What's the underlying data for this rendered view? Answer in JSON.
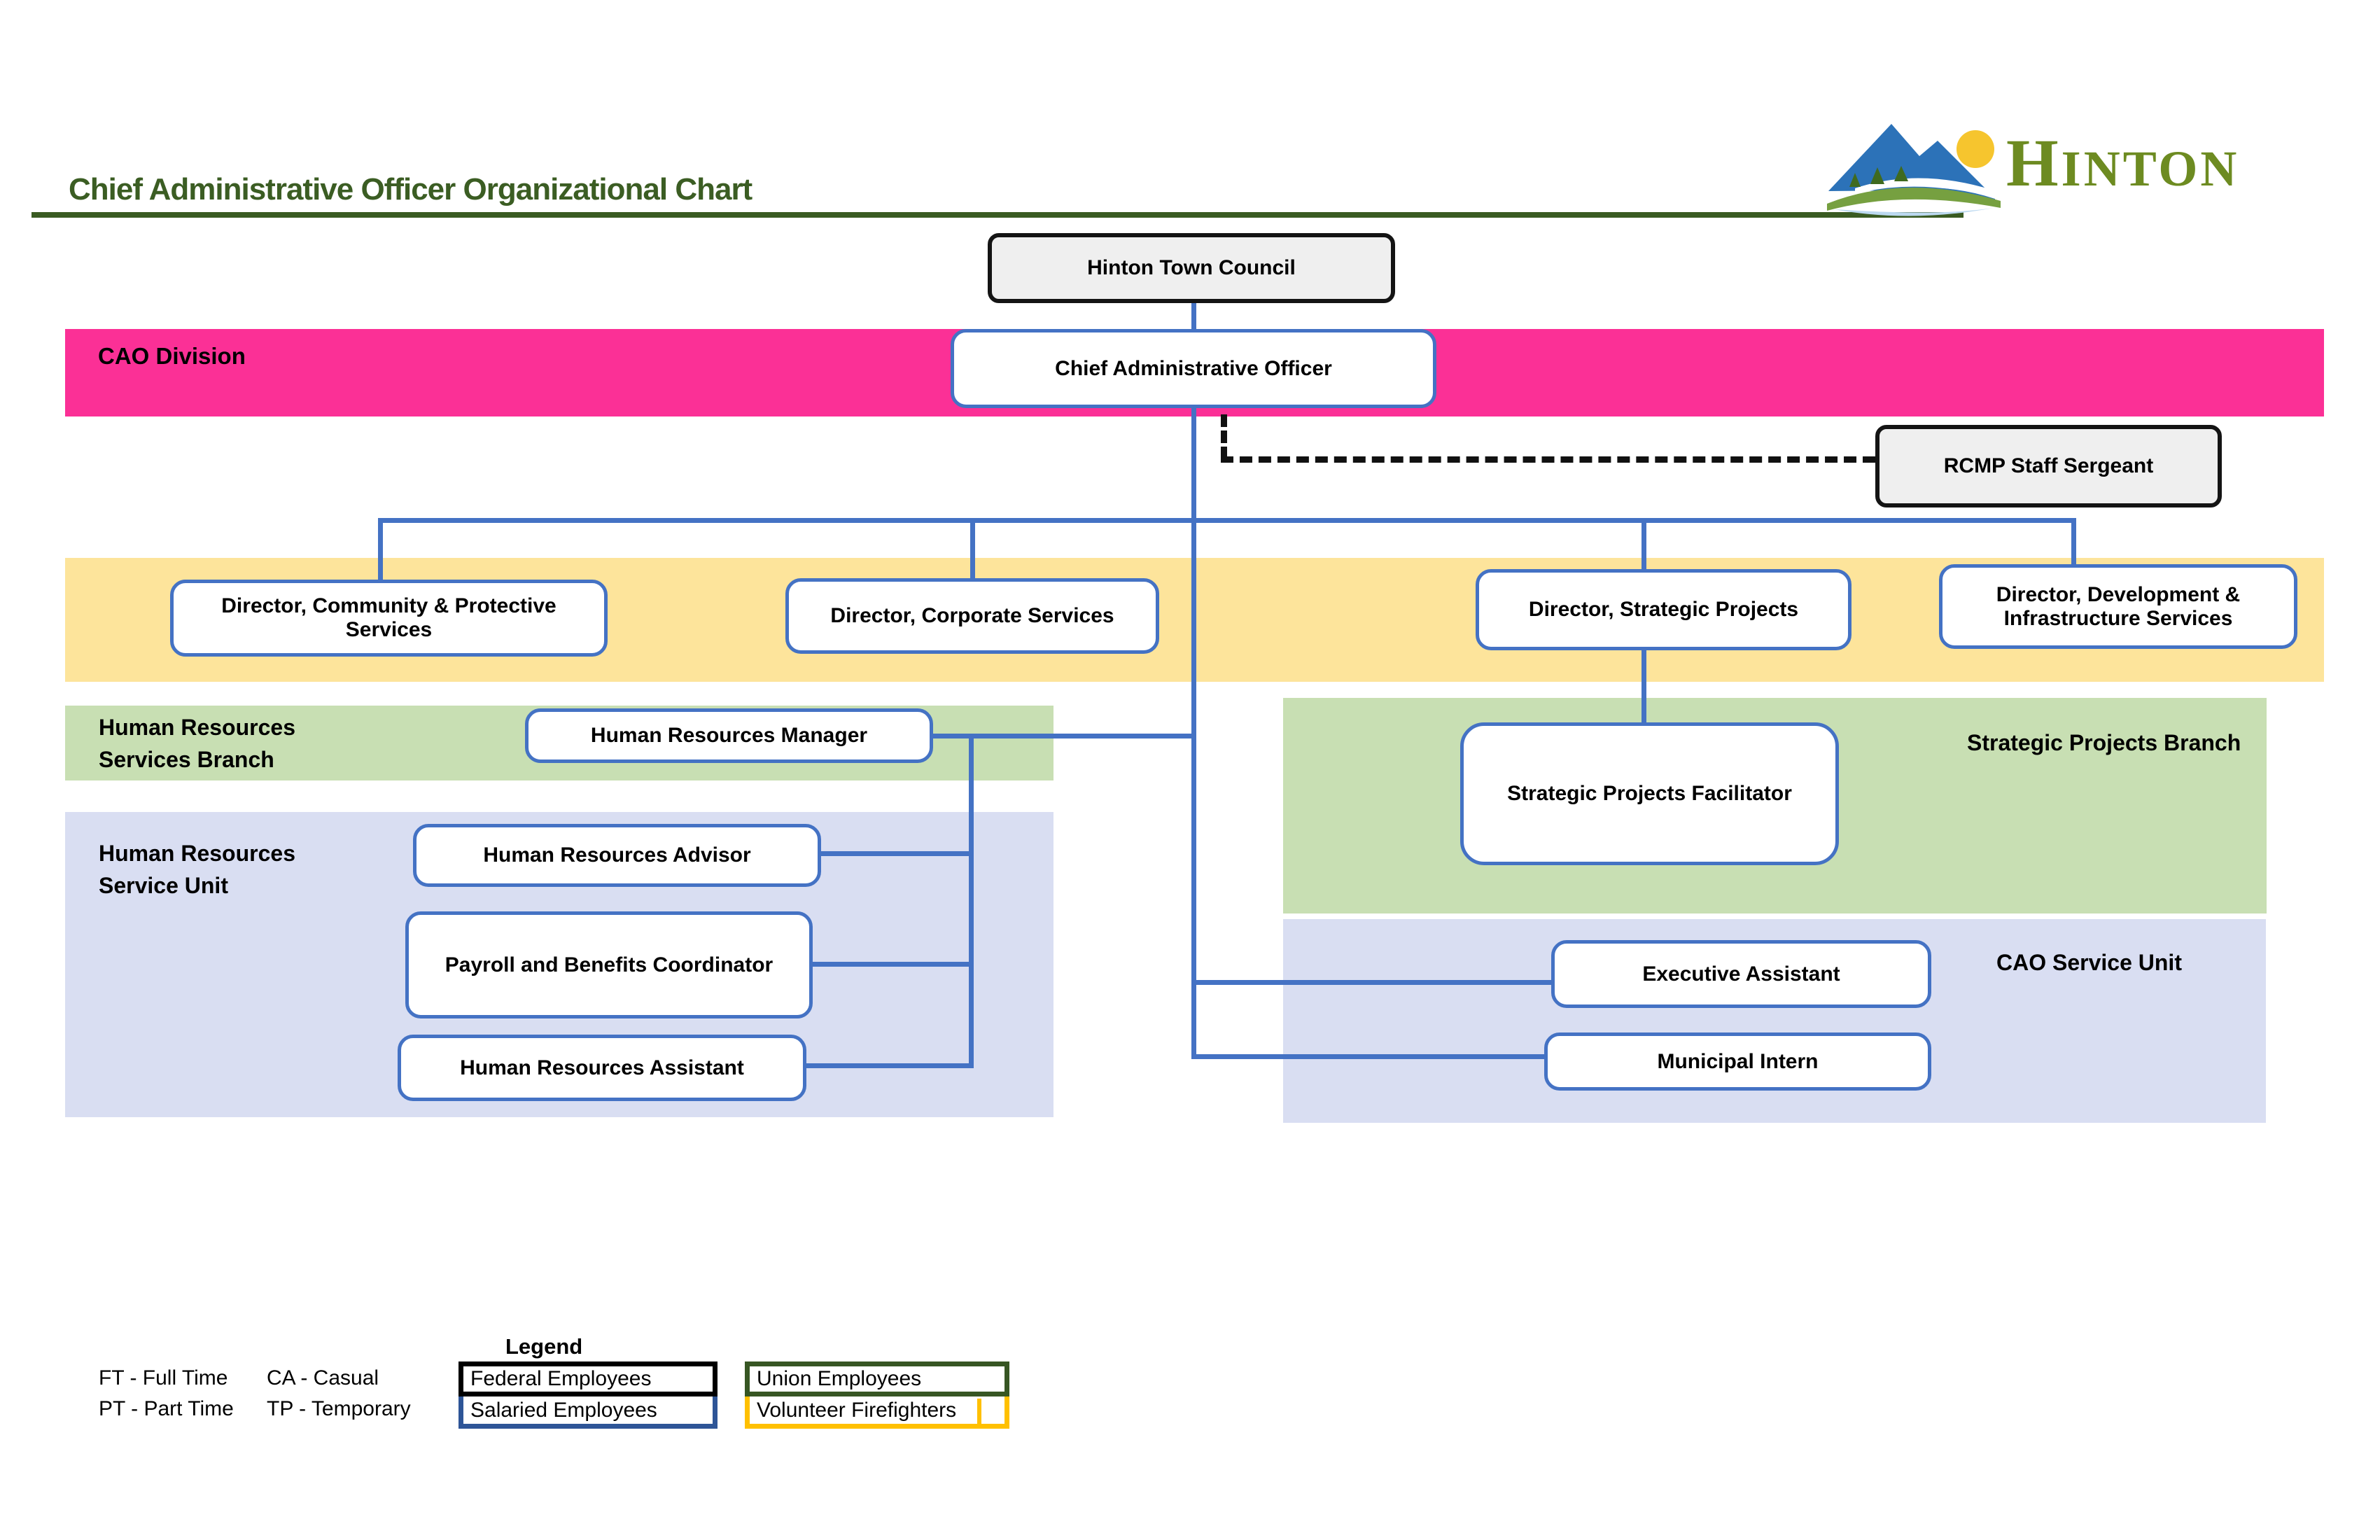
{
  "header": {
    "title": "Chief Administrative Officer Organizational Chart",
    "accent_color": "#3b5d23"
  },
  "logo": {
    "text_cap": "H",
    "text_rest": "INTON",
    "mountain_color": "#2c72b8",
    "sun_color": "#f6c52e",
    "ground_color": "#76a040",
    "water_color": "#bcd9f0",
    "text_color": "#6d8b21"
  },
  "bands": {
    "cao_division": {
      "label": "CAO Division",
      "color": "#fb3096"
    },
    "directors": {
      "color": "#fde49b"
    },
    "hr_services_branch": {
      "label": "Human Resources\nServices Branch",
      "color": "#c8dfb3"
    },
    "strategic_projects_branch": {
      "label": "Strategic Projects Branch",
      "color": "#c8dfb3"
    },
    "hr_service_unit": {
      "label": "Human Resources\nService Unit",
      "color": "#d9def2"
    },
    "cao_service_unit": {
      "label": "CAO Service Unit",
      "color": "#d9def2"
    }
  },
  "nodes": {
    "town_council": "Hinton Town Council",
    "cao": "Chief Administrative Officer",
    "rcmp": "RCMP Staff Sergeant",
    "dir_community": "Director, Community & Protective Services",
    "dir_corporate": "Director, Corporate Services",
    "dir_strategic": "Director, Strategic Projects",
    "dir_development": "Director, Development & Infrastructure Services",
    "hr_manager": "Human Resources Manager",
    "sp_facilitator": "Strategic Projects Facilitator",
    "hr_advisor": "Human Resources Advisor",
    "payroll_coordinator": "Payroll and Benefits Coordinator",
    "hr_assistant": "Human Resources Assistant",
    "exec_assistant": "Executive Assistant",
    "municipal_intern": "Municipal Intern"
  },
  "legend": {
    "title": "Legend",
    "ft": "FT - Full Time",
    "ca": "CA - Casual",
    "pt": "PT - Part Time",
    "tp": "TP - Temporary",
    "federal": "Federal Employees",
    "salaried": "Salaried Employees",
    "union": "Union Employees",
    "volunteer": "Volunteer Firefighters",
    "colors": {
      "federal_border": "#000000",
      "salaried_border": "#2e5597",
      "union_border": "#375623",
      "volunteer_border": "#ffc000",
      "connector_blue": "#4472c4"
    }
  }
}
